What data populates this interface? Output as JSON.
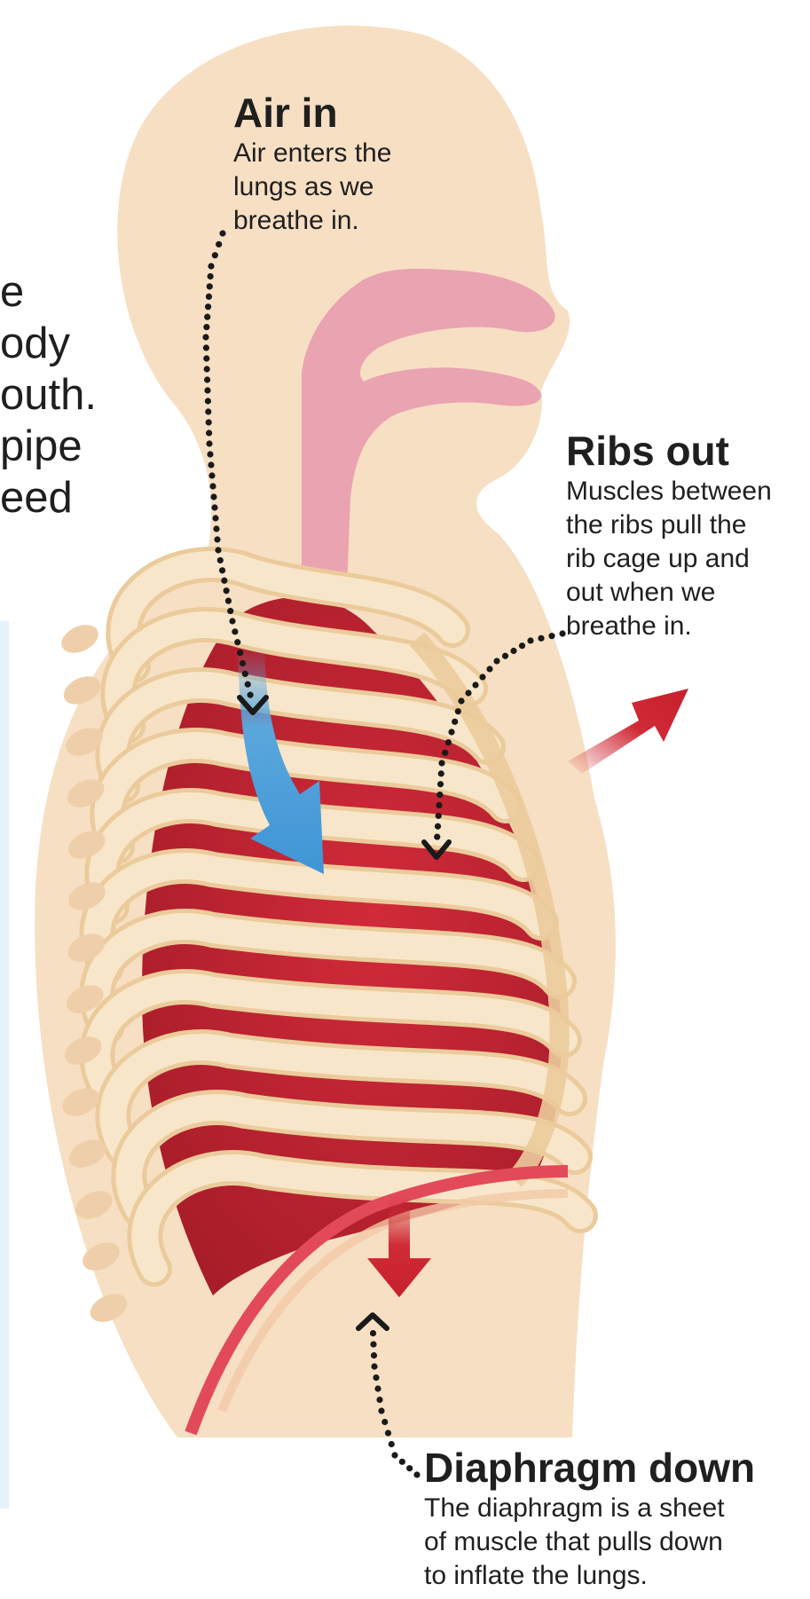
{
  "cut_text_lines": [
    "e",
    "ody",
    "outh.",
    "pipe",
    "eed"
  ],
  "labels": {
    "air_in": {
      "title": "Air in",
      "text": "Air enters the\nlungs as we\nbreathe in."
    },
    "ribs_out": {
      "title": "Ribs out",
      "text": "Muscles between\nthe ribs pull the\nrib cage up and\nout when we\nbreathe in."
    },
    "diaphragm_down": {
      "title": "Diaphragm down",
      "text": "The diaphragm is a sheet\nof muscle that pulls down\nto inflate the lungs."
    }
  },
  "colors": {
    "skin": "#f7dfc3",
    "skin_shadow": "#efcfa9",
    "airway": "#e9a3b1",
    "lung": "#c01f2f",
    "lung_dark": "#991a26",
    "rib": "#f8e6cb",
    "rib_edge": "#ebcb9b",
    "air_arrow": "#5aa7dc",
    "red_arrow": "#d02a36",
    "dots": "#1a1a1a"
  }
}
